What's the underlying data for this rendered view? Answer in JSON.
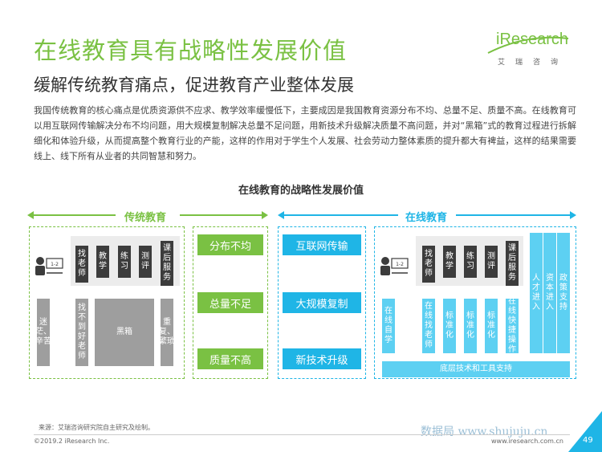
{
  "header": {
    "title": "在线教育具有战略性发展价值",
    "subtitle": "缓解传统教育痛点，促进教育产业整体发展",
    "logo_main": "iResearch",
    "logo_sub": "艾瑞咨询"
  },
  "body_text": "我国传统教育的核心痛点是优质资源供不应求、教学效率缓慢低下，主要成因是我国教育资源分布不均、总量不足、质量不高。在线教育可以用互联网传输解决分布不均问题，用大规模复制解决总量不足问题，用新技术升级解决质量不高问题，并对“黑箱”式的教育过程进行拆解细化和体验升级，从而提高整个教育行业的产能，这样的作用对于学生个人发展、社会劳动力整体素质的提升都大有裨益，这样的结果需要线上、线下所有从业者的共同智慧和努力。",
  "diagram": {
    "title": "在线教育的战略性发展价值",
    "traditional_label": "传统教育",
    "online_label": "在线教育",
    "traditional": {
      "steps": [
        "找老师",
        "教学",
        "练习",
        "测评",
        "课后服务"
      ],
      "bottom": {
        "left": "迷茫、辛苦",
        "find": "找不到好老师",
        "blackbox": "黑箱",
        "repeat": "重复、繁琐"
      }
    },
    "problems": [
      "分布不均",
      "总量不足",
      "质量不高"
    ],
    "solutions": [
      "互联网传输",
      "大规模复制",
      "新技术升级"
    ],
    "online": {
      "steps": [
        "找老师",
        "教学",
        "练习",
        "测评",
        "课后服务"
      ],
      "bottom": [
        "在线自学",
        "在线找老师",
        "标准化",
        "标准化",
        "标准化",
        "在线快捷操作"
      ],
      "right_columns": [
        "人才进入",
        "资本进入",
        "政策支持"
      ],
      "base": "底层技术和工具支持"
    }
  },
  "footer": {
    "source": "来源：艾瑞咨询研究院自主研究及绘制。",
    "copyright": "©2019.2 iResearch Inc.",
    "url": "www.iresearch.com.cn",
    "page": "49",
    "watermark": "数据局 www.shujuju.cn"
  },
  "colors": {
    "green": "#7ac143",
    "blue": "#1fb5e6",
    "dark": "#3c3c3c",
    "gray": "#9e9e9e"
  }
}
